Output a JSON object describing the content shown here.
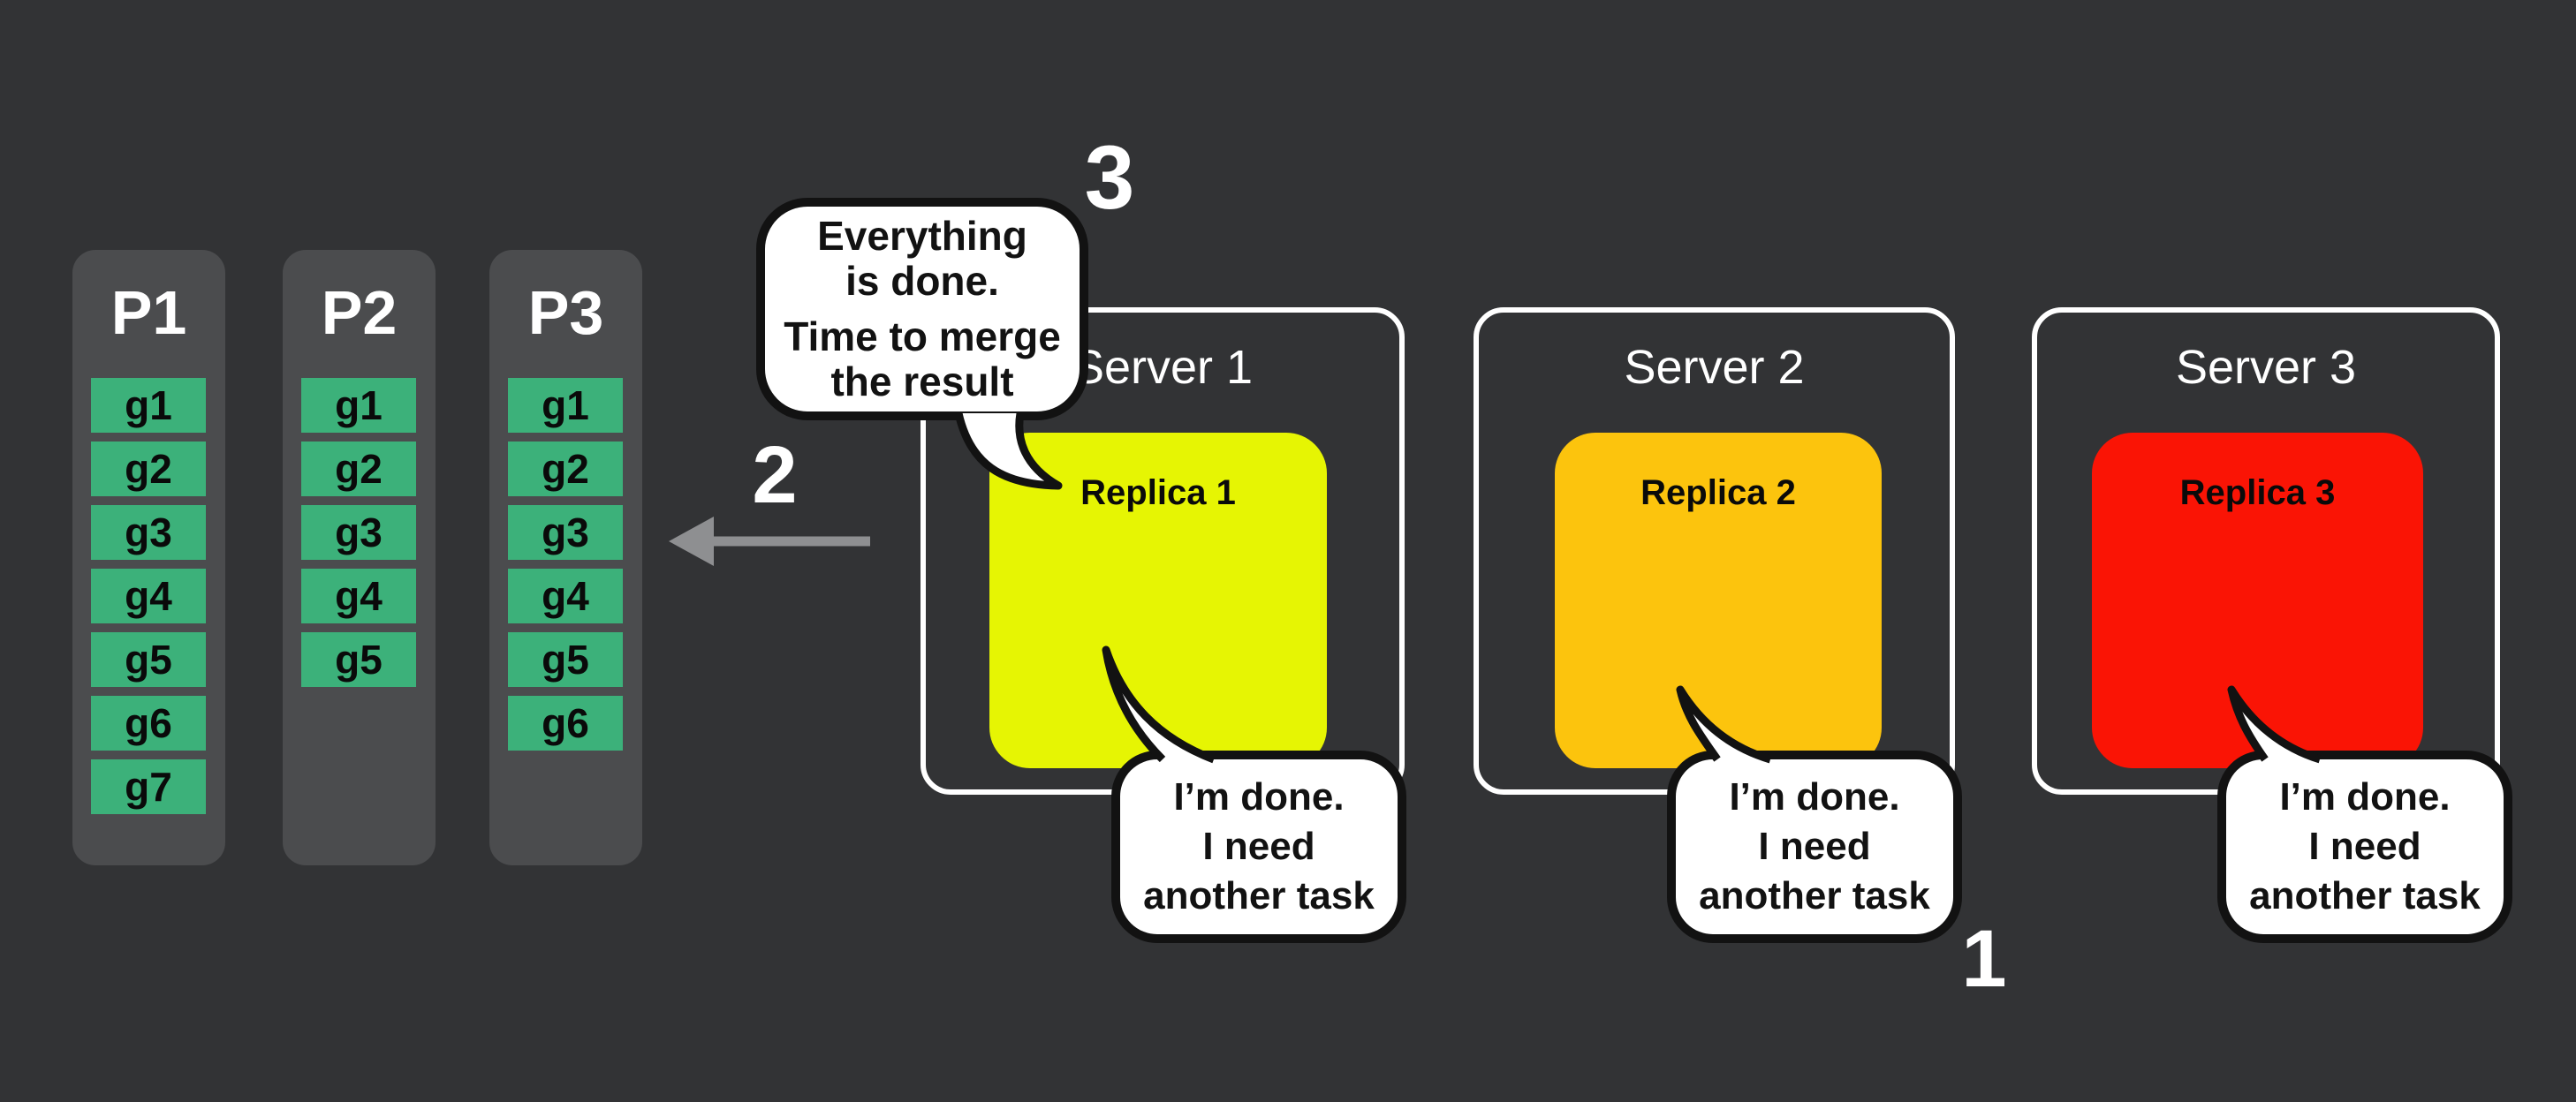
{
  "diagram_title": "distributed task execution diagram",
  "colors": {
    "background": "#323335",
    "partition_gray": "#4B4C4E",
    "task_green": "#3CB17A",
    "replica1_yellow": "#E6F503",
    "replica2_orange": "#FCC40D",
    "replica3_red": "#FA1405",
    "bubble_white": "#FFFFFF",
    "bubble_border": "#121212",
    "arrow_gray": "#8E8F91",
    "text_white": "#FFFFFF"
  },
  "partitions": [
    {
      "label": "P1",
      "tasks": [
        "g1",
        "g2",
        "g3",
        "g4",
        "g5",
        "g6",
        "g7"
      ]
    },
    {
      "label": "P2",
      "tasks": [
        "g1",
        "g2",
        "g3",
        "g4",
        "g5"
      ]
    },
    {
      "label": "P3",
      "tasks": [
        "g1",
        "g2",
        "g3",
        "g4",
        "g5",
        "g6"
      ]
    }
  ],
  "servers": [
    {
      "label": "Server 1",
      "replica": {
        "label": "Replica 1",
        "color": "#E6F503"
      }
    },
    {
      "label": "Server 2",
      "replica": {
        "label": "Replica 2",
        "color": "#FCC40D"
      }
    },
    {
      "label": "Server 3",
      "replica": {
        "label": "Replica 3",
        "color": "#FA1405"
      }
    }
  ],
  "bubbles": {
    "merge": {
      "line1": "Everything",
      "line2": "is done.",
      "line3": "Time to merge",
      "line4": "the result"
    },
    "done": {
      "line1": "I’m done.",
      "line2": "I need",
      "line3": "another task"
    }
  },
  "steps": {
    "one": "1",
    "two": "2",
    "three": "3"
  }
}
